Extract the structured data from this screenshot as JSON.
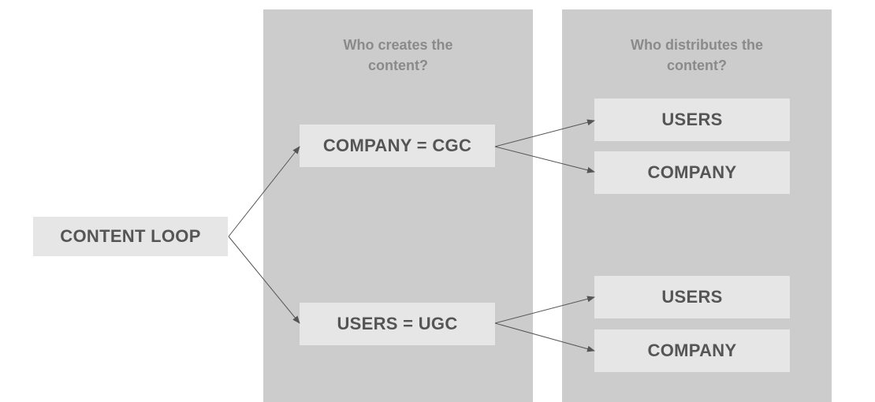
{
  "root": {
    "label": "CONTENT LOOP"
  },
  "creators": {
    "heading": "Who creates the\ncontent?",
    "company": "COMPANY = CGC",
    "users": "USERS = UGC"
  },
  "distributors": {
    "heading": "Who distributes the\ncontent?",
    "cgc_users": "USERS",
    "cgc_company": "COMPANY",
    "ugc_users": "USERS",
    "ugc_company": "COMPANY"
  },
  "colors": {
    "panel": "#cccccc",
    "box": "#e6e6e6",
    "text": "#555555",
    "heading": "#8a8a8a",
    "arrow": "#555555"
  }
}
